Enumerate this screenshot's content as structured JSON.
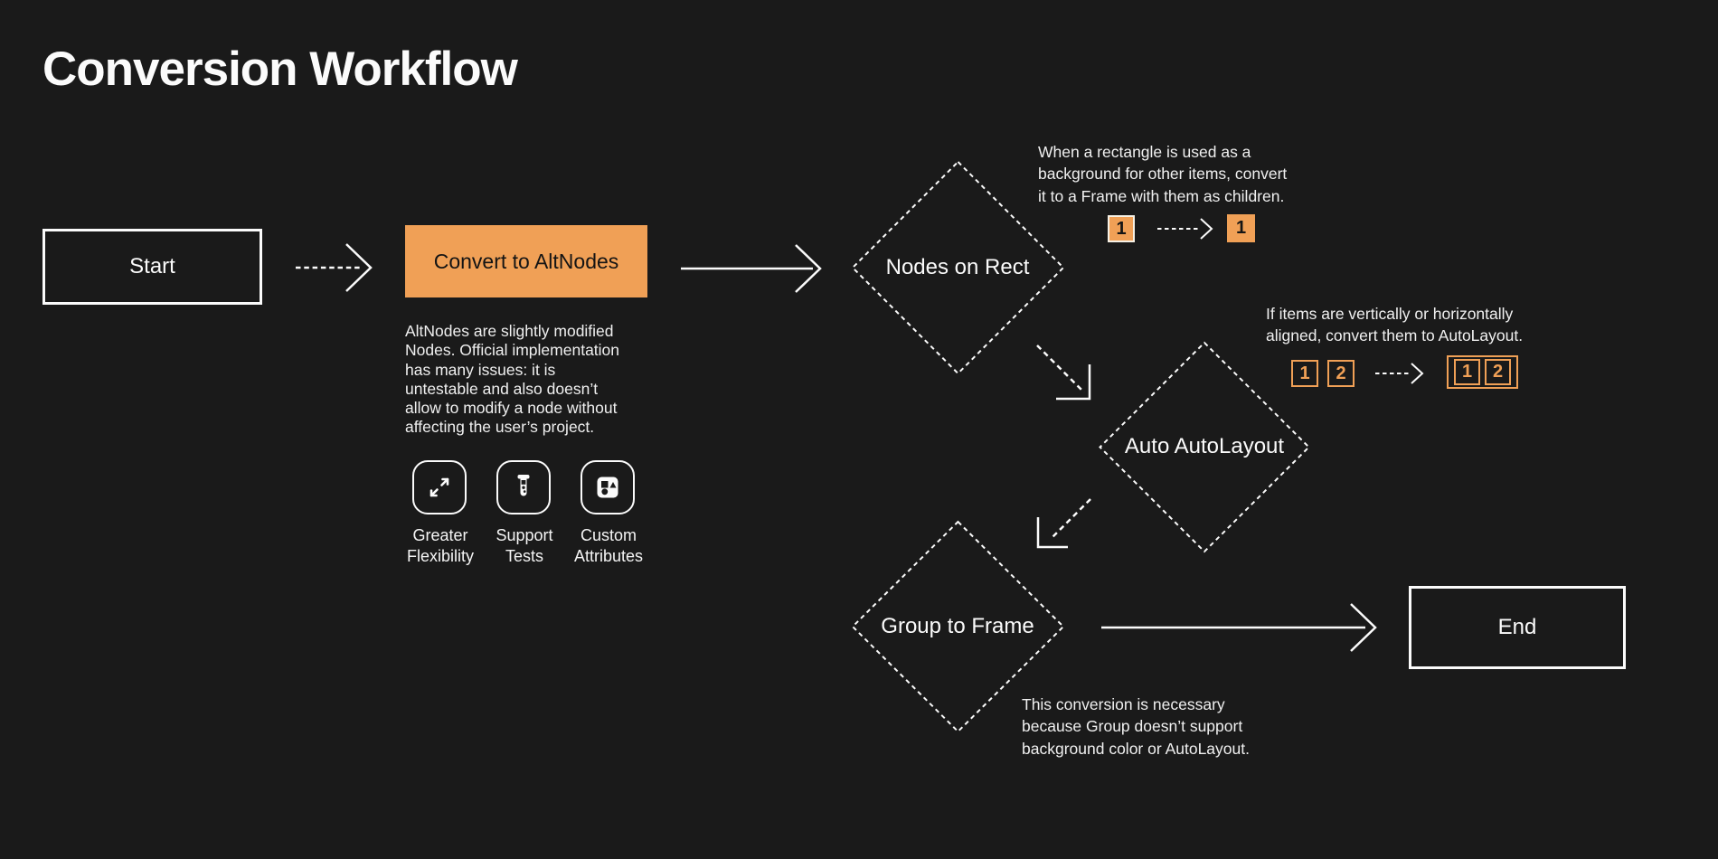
{
  "title": "Conversion Workflow",
  "colors": {
    "background": "#1A1A1A",
    "accent_orange": "#F0A056",
    "stroke_white": "#FBFBFB",
    "dark_text_on_orange": "#141414"
  },
  "nodes": {
    "start": "Start",
    "convert": "Convert to AltNodes",
    "nodes_on_rect": "Nodes on Rect",
    "auto_autolayout": "Auto AutoLayout",
    "group_to_frame": "Group to Frame",
    "end": "End"
  },
  "altnodes_note": {
    "lines": [
      "AltNodes are slightly modified",
      "Nodes. Official implementation",
      "has many issues: it is",
      "untestable and also doesn’t",
      "allow to modify a node without",
      "affecting the user’s project."
    ]
  },
  "features": [
    {
      "icon": "expand-arrows-icon",
      "lines": [
        "Greater",
        "Flexibility"
      ]
    },
    {
      "icon": "test-tube-icon",
      "lines": [
        "Support",
        "Tests"
      ]
    },
    {
      "icon": "shapes-icon",
      "lines": [
        "Custom",
        "Attributes"
      ]
    }
  ],
  "rect_note": {
    "lines": [
      "When a rectangle is used as a",
      "background for other items, convert",
      "it to a Frame with them as children."
    ],
    "before": "1",
    "after": "1"
  },
  "auto_note": {
    "lines": [
      "If items are vertically or horizontally",
      "aligned, convert them to AutoLayout."
    ],
    "item1": "1",
    "item2": "2",
    "grouped_item1": "1",
    "grouped_item2": "2"
  },
  "group_note": {
    "lines": [
      "This conversion is necessary",
      "because Group doesn’t support",
      "background color or AutoLayout."
    ]
  }
}
